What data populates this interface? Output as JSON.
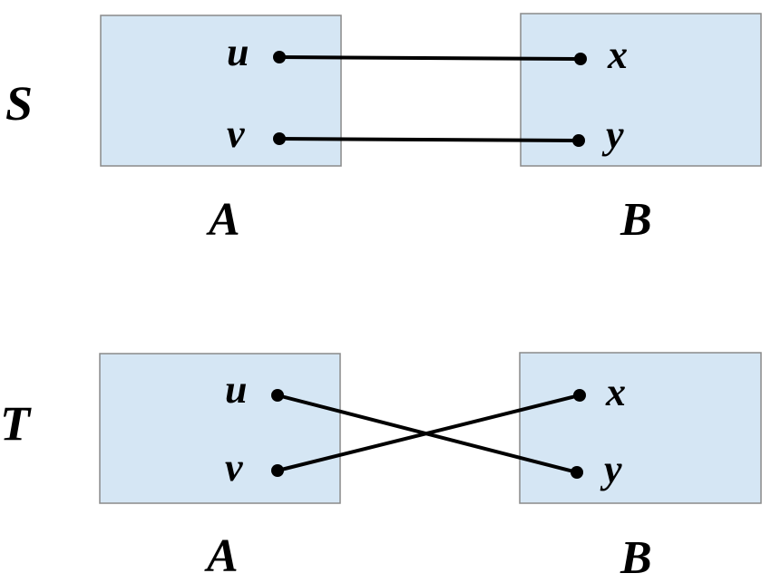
{
  "colors": {
    "box_fill": "#d5e6f4",
    "box_stroke": "#8a8a8a",
    "line": "#000000"
  },
  "mappings": [
    {
      "name": "S",
      "domain_label": "A",
      "codomain_label": "B",
      "domain_elements": [
        "u",
        "v"
      ],
      "codomain_elements": [
        "x",
        "y"
      ],
      "pairs": [
        [
          "u",
          "x"
        ],
        [
          "v",
          "y"
        ]
      ]
    },
    {
      "name": "T",
      "domain_label": "A",
      "codomain_label": "B",
      "domain_elements": [
        "u",
        "v"
      ],
      "codomain_elements": [
        "x",
        "y"
      ],
      "pairs": [
        [
          "u",
          "y"
        ],
        [
          "v",
          "x"
        ]
      ]
    }
  ]
}
